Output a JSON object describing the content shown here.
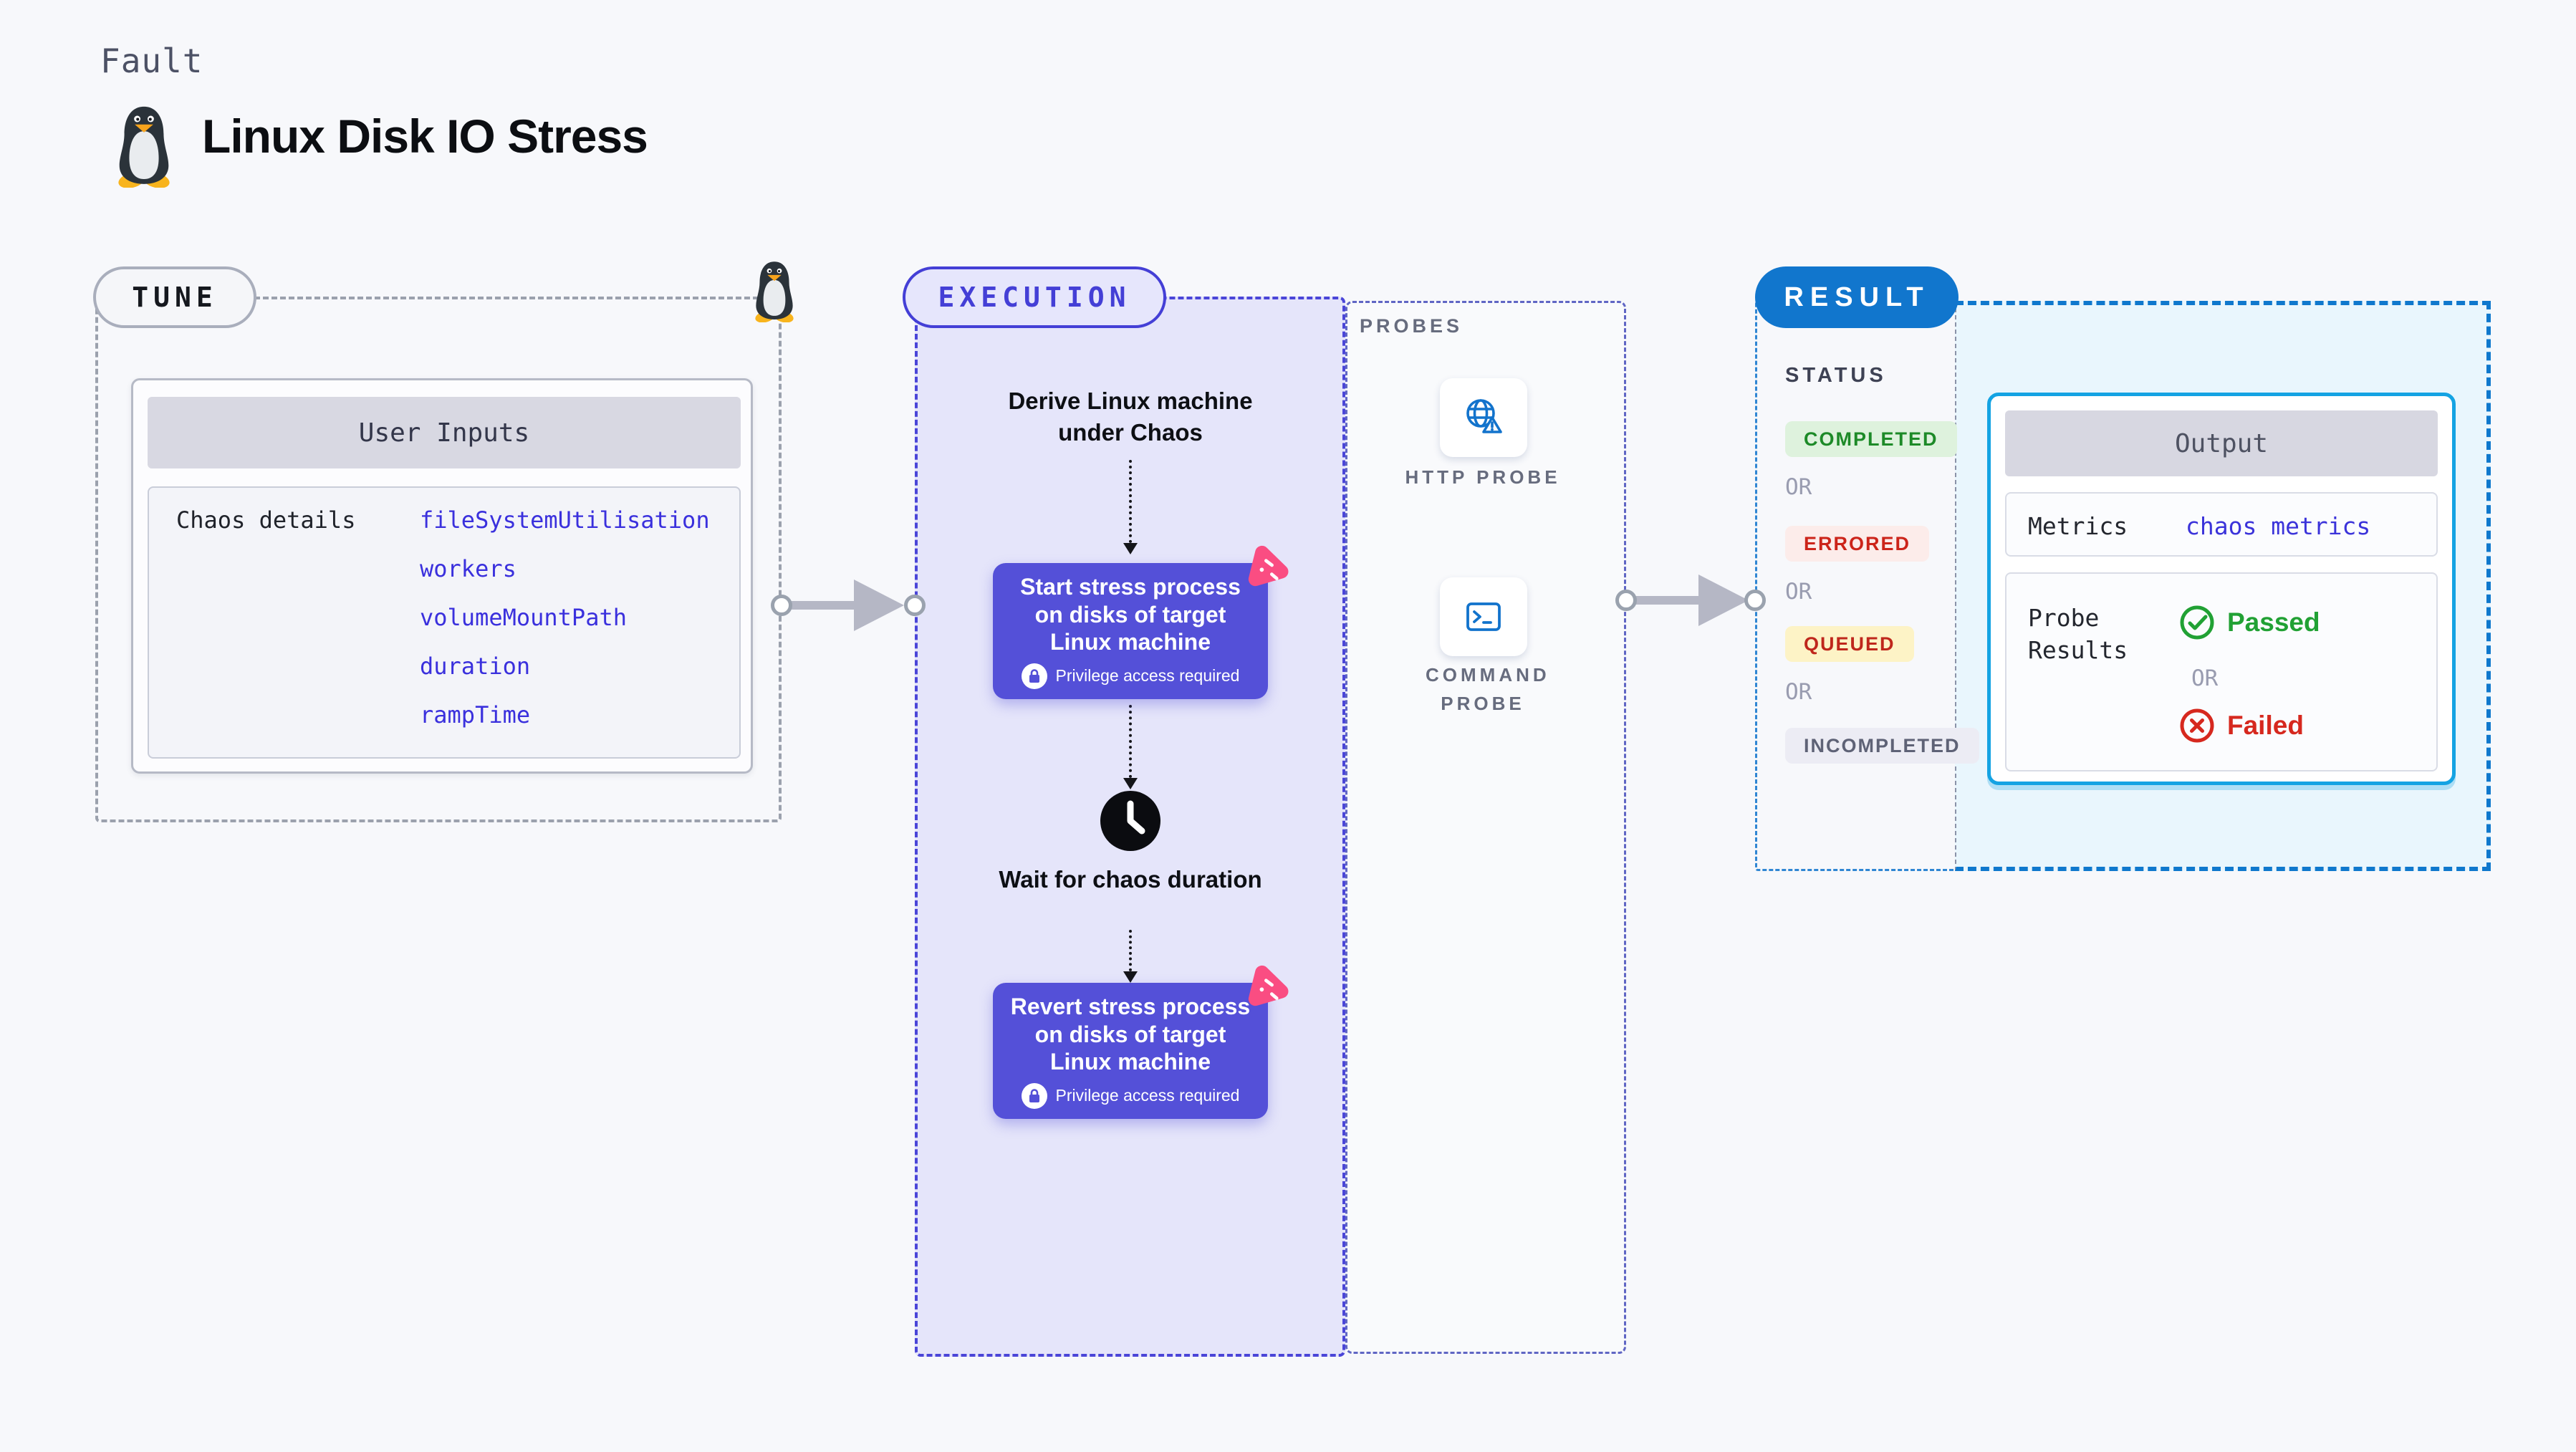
{
  "header": {
    "kicker": "Fault",
    "title": "Linux Disk IO Stress"
  },
  "tune": {
    "pill": "TUNE",
    "card_title": "User Inputs",
    "row_label": "Chaos details",
    "params": [
      "fileSystemUtilisation",
      "workers",
      "volumeMountPath",
      "duration",
      "rampTime"
    ]
  },
  "execution": {
    "pill": "EXECUTION",
    "derive_step": "Derive Linux machine under Chaos",
    "start_node": "Start stress process on disks of target Linux machine",
    "privilege_note": "Privilege access required",
    "wait_step": "Wait for chaos duration",
    "revert_node": "Revert stress process on disks of target Linux machine"
  },
  "probes": {
    "label": "PROBES",
    "http_label": "HTTP PROBE",
    "command_label": "COMMAND PROBE"
  },
  "result": {
    "pill": "RESULT",
    "status_label": "STATUS",
    "or": "OR",
    "statuses": [
      {
        "label": "COMPLETED"
      },
      {
        "label": "ERRORED"
      },
      {
        "label": "QUEUED"
      },
      {
        "label": "INCOMPLETED"
      }
    ],
    "output": {
      "title": "Output",
      "metrics_label": "Metrics",
      "metrics_value": "chaos metrics",
      "probe_label": "Probe Results",
      "passed": "Passed",
      "failed": "Failed",
      "or": "OR"
    }
  },
  "colors": {
    "page_bg": "#f7f8fb",
    "node_purple": "#5450d8",
    "execution_indigo": "#443fd6",
    "execution_fill": "#e5e5fa",
    "result_blue": "#1176cd",
    "output_border_cyan": "#14a3e3",
    "output_fill": "#e9f6fd",
    "link_indigo": "#3a30dd",
    "chaos_pink": "#fa4d82",
    "passed_green": "#21a134",
    "failed_red": "#d6281e",
    "completed_bg": "#def2dd",
    "errored_bg": "#fcecea",
    "queued_bg": "#fdf3c6",
    "incompleted_bg": "#ececf4"
  }
}
